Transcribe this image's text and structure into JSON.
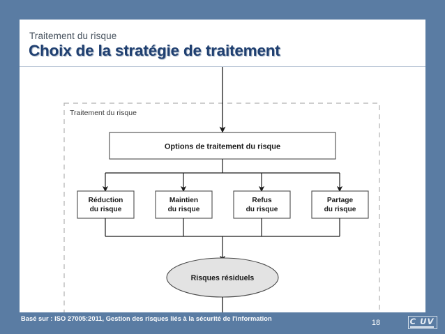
{
  "slide": {
    "background_color": "#5a7ca3",
    "panel_color": "#ffffff",
    "subtitle": "Traitement du risque",
    "title": "Choix de la stratégie de traitement",
    "title_color": "#1f3f70"
  },
  "diagram": {
    "zone_label": "Traitement du risque",
    "top_box": "Options de traitement du risque",
    "options": [
      {
        "line1": "Réduction",
        "line2": "du risque"
      },
      {
        "line1": "Maintien",
        "line2": "du risque"
      },
      {
        "line1": "Refus",
        "line2": "du risque"
      },
      {
        "line1": "Partage",
        "line2": "du risque"
      }
    ],
    "ellipse_label": "Risques résiduels",
    "ellipse_fill": "#e3e3e3",
    "stroke_color": "#3c3c3c",
    "dashed_color": "#b0b0b0"
  },
  "footer": {
    "source_note": "Basé sur : ISO 27005:2011, Gestion des risques liés à la sécurité de l'information",
    "page_number": "18",
    "logo_text": "C UV"
  }
}
